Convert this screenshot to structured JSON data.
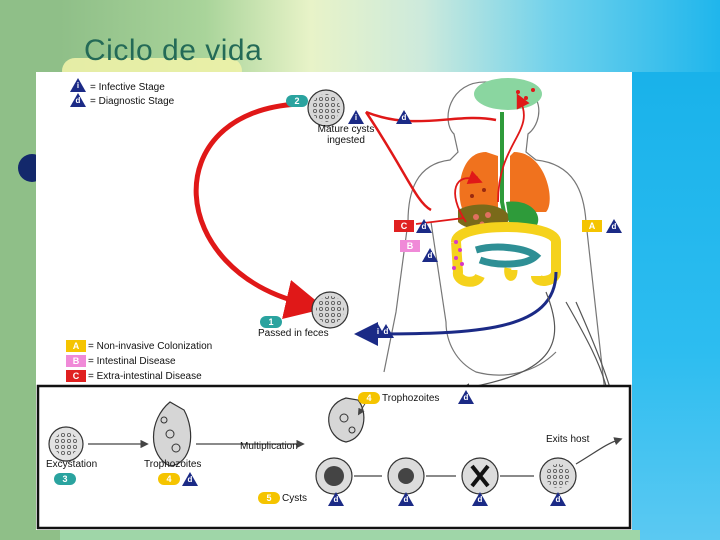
{
  "slide": {
    "title": "Ciclo de vida"
  },
  "legend_top": {
    "infective": {
      "badge": "i",
      "text": "= Infective Stage"
    },
    "diagnostic": {
      "badge": "d",
      "text": "= Diagnostic Stage"
    }
  },
  "legend_bottom": [
    {
      "letter": "A",
      "text": "= Non-invasive Colonization",
      "color": "#f5c400"
    },
    {
      "letter": "B",
      "text": "= Intestinal Disease",
      "color": "#f08ad8"
    },
    {
      "letter": "C",
      "text": "= Extra-intestinal Disease",
      "color": "#e02020"
    }
  ],
  "cycle": {
    "step1": {
      "number": "1",
      "label": "Passed in feces"
    },
    "step2": {
      "number": "2",
      "label_line1": "Mature cysts",
      "label_line2": "ingested"
    }
  },
  "body_markers": {
    "A": "A",
    "B": "B",
    "C": "C"
  },
  "inset": {
    "excystation": {
      "number": "3",
      "label": "Excystation"
    },
    "trophozoites": {
      "number": "4",
      "label": "Trophozoites"
    },
    "trophozoites_top": {
      "number": "4",
      "label": "Trophozoites"
    },
    "multiplication": "Multiplication",
    "exits_host": "Exits host",
    "cysts": {
      "number": "5",
      "label": "Cysts"
    }
  },
  "badges": {
    "i": "i",
    "d": "d"
  },
  "colors": {
    "arrow_red": "#e01818",
    "arrow_navy": "#1b2a86",
    "lung": "#f0721e",
    "stomach": "#2e9b3a",
    "liver": "#7a6a1a",
    "intestine_yellow": "#f5d21c",
    "intestine_teal": "#2e8f95",
    "brain": "#8ad6a0",
    "title": "#246a57"
  }
}
